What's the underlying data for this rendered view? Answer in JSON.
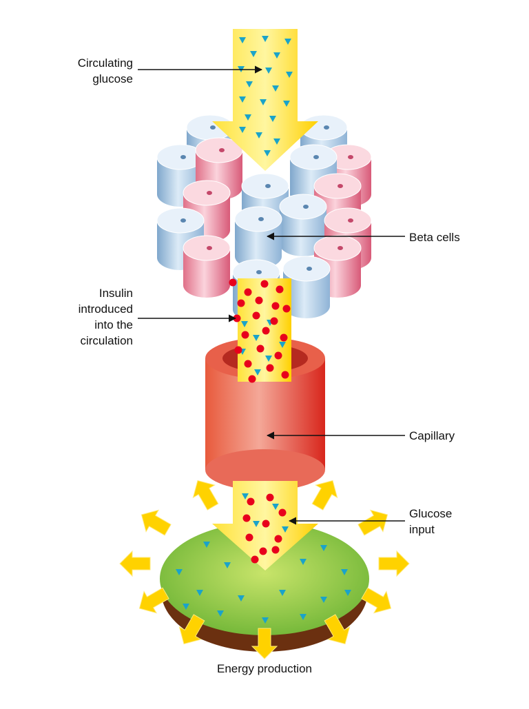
{
  "colors": {
    "arrow_yellow": "#ffd800",
    "arrow_yellow_light": "#fff08a",
    "glucose_teal": "#1aa3c9",
    "insulin_red": "#e8001c",
    "beta_blue": "#a9c9e6",
    "alpha_pink": "#f09aaa",
    "capillary_red": "#e8483a",
    "tissue_green": "#8cc63f",
    "tissue_brown": "#7a3a10"
  },
  "labels": {
    "circulating_glucose": [
      "Circulating",
      "glucose"
    ],
    "beta_cells": "Beta cells",
    "insulin": [
      "Insulin",
      "introduced",
      "into the",
      "circulation"
    ],
    "capillary": "Capillary",
    "glucose_input": [
      "Glucose",
      "input"
    ],
    "energy_production": "Energy production"
  }
}
